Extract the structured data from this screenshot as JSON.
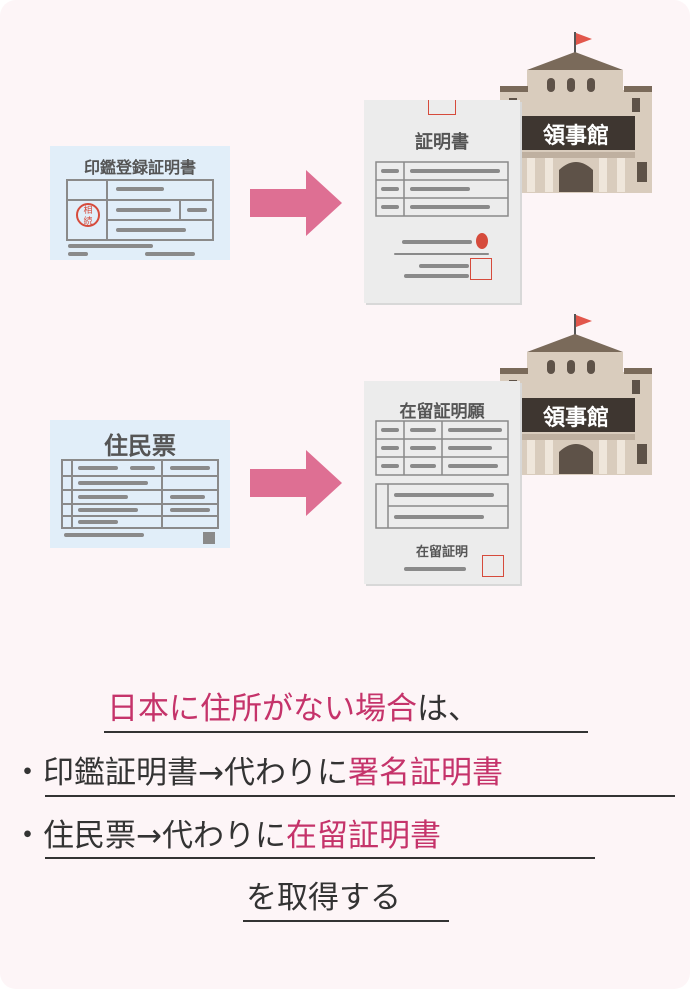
{
  "row1": {
    "source_title": "印鑑登録証明書",
    "source_seal": "相続",
    "dest_title": "証明書",
    "consulate_label": "領事館"
  },
  "row2": {
    "source_title": "住民票",
    "dest_title": "在留証明願",
    "dest_subtitle": "在留証明",
    "consulate_label": "領事館"
  },
  "caption": {
    "line1_highlight": "日本に住所がない場合",
    "line1_rest": "は、",
    "bullet": "・",
    "line2_prefix": "印鑑証明書→代わりに",
    "line2_highlight": "署名証明書",
    "line3_prefix": "住民票→代わりに",
    "line3_highlight": "在留証明書",
    "line4": "を取得する"
  },
  "colors": {
    "background": "#fdf5f7",
    "highlight": "#c5336a",
    "arrow": "#de6f93",
    "building": "#d9ccbd",
    "building_roof": "#7a6a5a",
    "source_doc": "#e1eef9"
  }
}
